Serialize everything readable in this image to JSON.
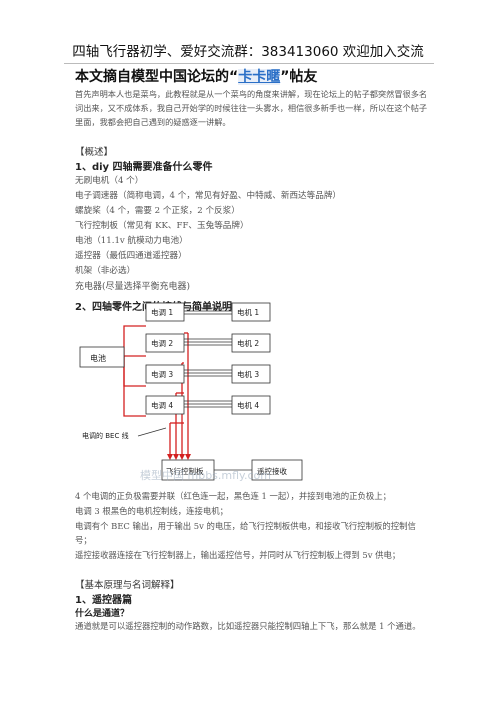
{
  "header": {
    "text": "四轴飞行器初学、爱好交流群：383413060 欢迎加入交流"
  },
  "title": {
    "prefix": "本文摘自模型中国论坛的“",
    "highlight": "卡卡暱",
    "suffix": "”帖友"
  },
  "intro": "首先声明本人也是菜鸟，此教程就是从一个菜鸟的角度来讲解，现在论坛上的帖子都突然冒很多名词出来，又不成体系，我自己开始学的时候往往一头雾水，相信很多新手也一样，所以在这个帖子里面，我都会把自己遇到的疑惑逐一讲解。",
  "overview_tag": "【概述】",
  "section1": {
    "heading": "1、diy 四轴需要准备什么零件",
    "items": [
      "无刷电机（4 个）",
      "电子调速器（简称电调，4 个，常见有好盈、中特威、新西达等品牌）",
      "螺旋桨（4 个，需要 2 个正浆，2 个反浆）",
      "飞行控制板（常见有 KK、FF、玉兔等品牌）",
      "电池（11.1v 航模动力电池）",
      "遥控器（最低四通道遥控器）",
      "机架（非必选）",
      "充电器(尽量选择平衡充电器)"
    ]
  },
  "section2": {
    "heading": "2、四轴零件之间的接线与简单说明",
    "diagram": {
      "battery": "电池",
      "escs": [
        "电调 1",
        "电调 2",
        "电调 3",
        "电调 4"
      ],
      "motors": [
        "电机 1",
        "电机 2",
        "电机 3",
        "电机 4"
      ],
      "bec_label": "电调的 BEC 线",
      "fc": "飞行控制板",
      "rx": "遥控接收",
      "watermark": "模型中国 mbbs.mfly.com"
    },
    "notes": [
      "4 个电调的正负极需要并联（红色连一起，黑色连 1 一起），并接到电池的正负极上；",
      "电调 3 根黑色的电机控制线，连接电机；",
      "电调有个 BEC 输出，用于输出 5v 的电压，给飞行控制板供电，和接收飞行控制板的控制信号；",
      "遥控接收器连接在飞行控制器上，输出遥控信号，并同时从飞行控制板上得到 5v 供电；"
    ]
  },
  "basics_tag": "【基本原理与名词解释】",
  "section3": {
    "heading": "1、遥控器篇",
    "question": "什么是通道？",
    "answer": "通道就是可以遥控器控制的动作路数，比如遥控器只能控制四轴上下飞，那么就是 1 个通道。"
  },
  "colors": {
    "wire_red": "#d42020",
    "wire_black": "#333333",
    "link": "#2a6fc7"
  }
}
